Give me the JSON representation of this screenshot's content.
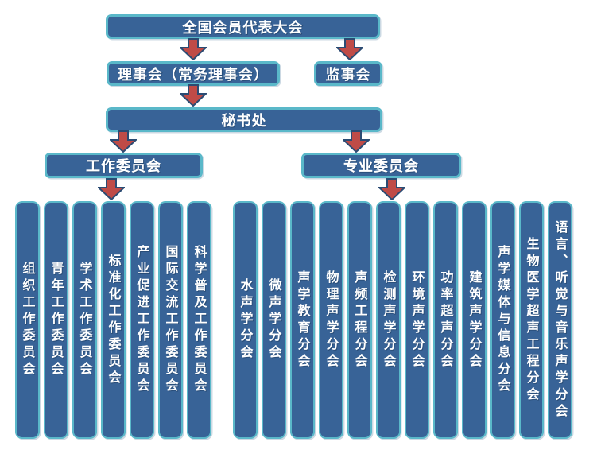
{
  "diagram": {
    "type": "org-chart",
    "nodes": {
      "congress": "全国会员代表大会",
      "council": "理事会（常务理事会）",
      "supervisory_board": "监事会",
      "secretariat": "秘书处",
      "working_committee": "工作委员会",
      "professional_committee": "专业委员会"
    },
    "working_committees": [
      "组织工作委员会",
      "青年工作委员会",
      "学术工作委员会",
      "标准化工作委员会",
      "产业促进工作委员会",
      "国际交流工作委员会",
      "科学普及工作委员会"
    ],
    "professional_committees": [
      "水声学分会",
      "微声学分会",
      "声学教育分会",
      "物理声学分会",
      "声频工程分会",
      "检测声学分会",
      "环境声学分会",
      "功率超声分会",
      "建筑声学分会",
      "声学媒体与信息分会",
      "生物医学超声工程分会",
      "语言、听觉与音乐声学分会"
    ]
  },
  "colors": {
    "node_fill": "#386397",
    "node_border": "#5AB8C9",
    "arrow_fill": "#BF4B47",
    "arrow_border": "#2B4B73",
    "text_color": "#FFFFFF"
  }
}
